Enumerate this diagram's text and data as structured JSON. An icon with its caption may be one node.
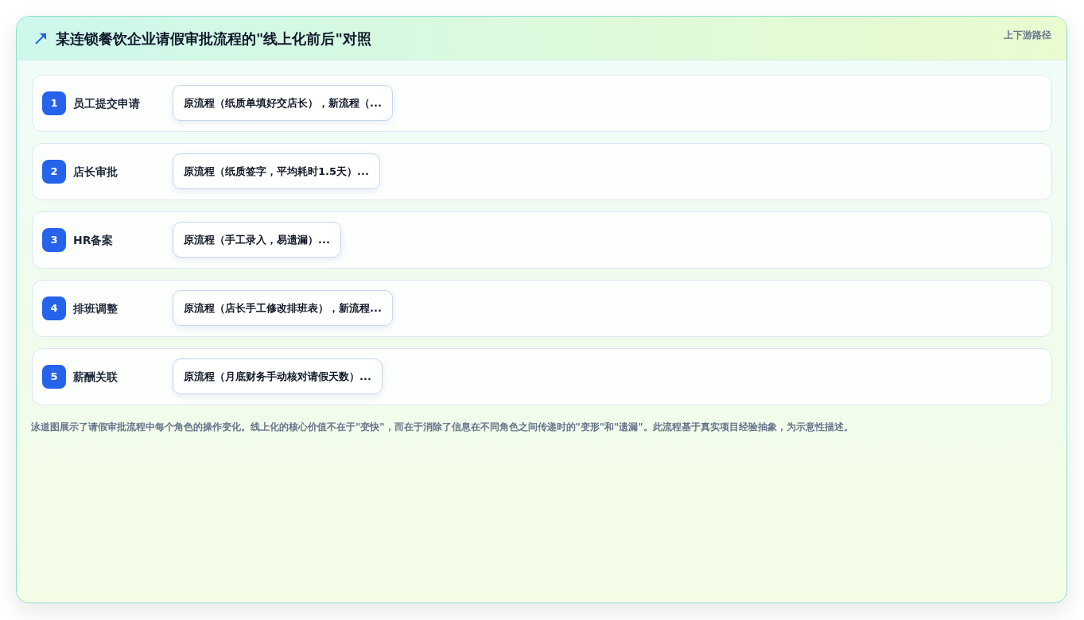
{
  "diagram": {
    "title": "某连锁餐饮企业请假审批流程的\"线上化前后\"对照",
    "nodes": [
      {
        "text": [
          "员工提交申请"
        ]
      },
      {
        "text": [
          "1"
        ],
        "in": 0
      },
      {
        "text": [
          "原流程（纸质单填好交店长），新流程（..."
        ],
        "in": 0
      },
      {
        "text": [
          "店长审批"
        ]
      },
      {
        "text": [
          "2"
        ],
        "in": 3
      },
      {
        "text": [
          "原流程（纸质签字，平均耗时1.5天）..."
        ],
        "in": 3
      },
      {
        "text": [
          "HR备案"
        ]
      },
      {
        "text": [
          "3"
        ],
        "in": 6
      },
      {
        "text": [
          "原流程（手工录入，易遗漏）..."
        ],
        "in": 6
      },
      {
        "text": [
          "排班调整"
        ]
      },
      {
        "text": [
          "4"
        ],
        "in": 9
      },
      {
        "text": [
          "原流程（店长手工修改排班表），新流程..."
        ],
        "in": 9
      },
      {
        "text": [
          "薪酬关联"
        ]
      },
      {
        "text": [
          "5"
        ],
        "in": 12
      },
      {
        "text": [
          "原流程（月底财务手动核对请假天数）..."
        ],
        "in": 12
      }
    ],
    "labels": [
      "上下游路径"
    ],
    "caption": "泳道图展示了请假审批流程中每个角色的操作变化。线上化的核心价值不在于\"变快\"，而在于消除了信息在不同角色之间传递时的\"变形\"和\"遗漏\"。此流程基于真实项目经验抽象，为示意性描述。"
  }
}
